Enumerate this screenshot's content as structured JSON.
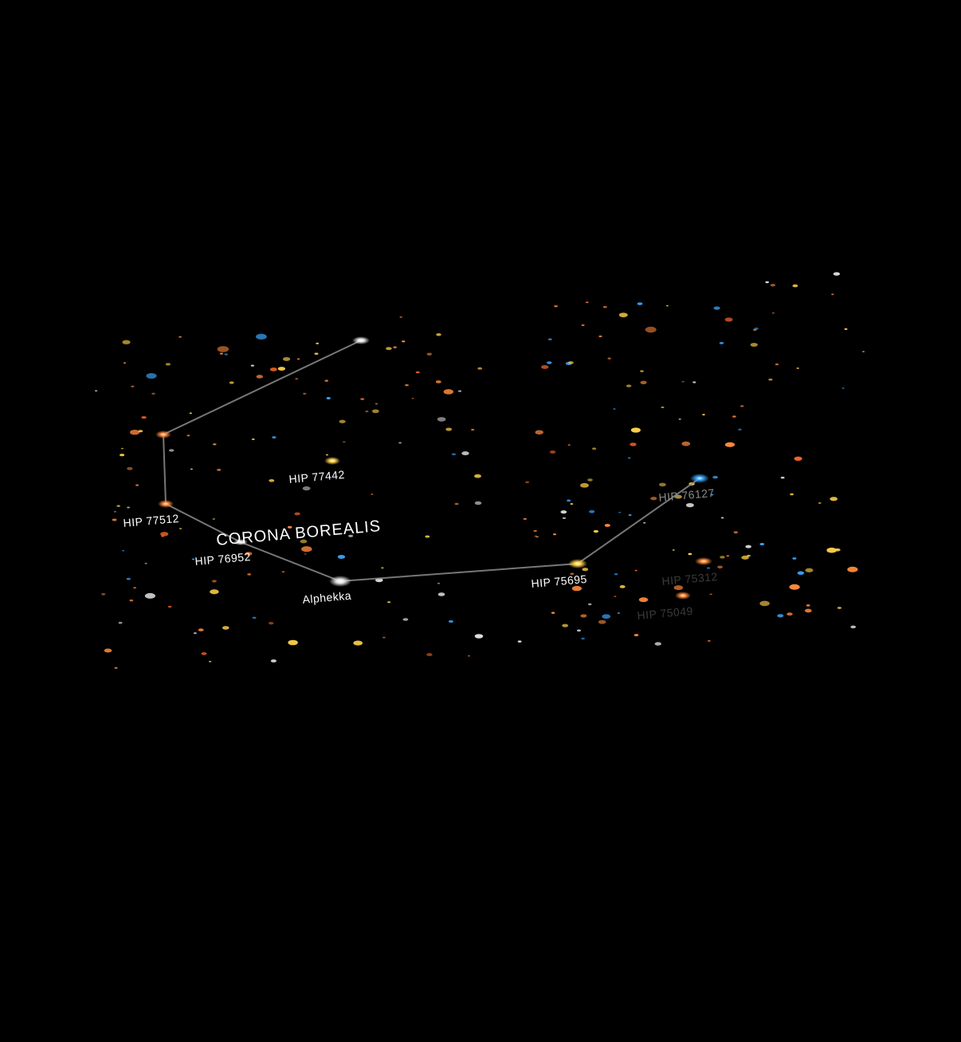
{
  "constellation": {
    "name": "CORONA BOREALIS"
  },
  "star_labels": {
    "hip77442": "HIP 77442",
    "hip77512": "HIP 77512",
    "hip76952": "HIP 76952",
    "alphekka": "Alphekka",
    "hip75695": "HIP 75695",
    "hip76127": "HIP 76127",
    "hip75312": "HIP 75312",
    "hip75049": "HIP 75049"
  },
  "colors": {
    "background": "#000000",
    "constellation_line": "#8c8c8c",
    "star_orange": "#ff8a3c",
    "star_yellow": "#ffd24a",
    "star_white": "#f2f2f2",
    "star_blue": "#3aa8ff"
  }
}
